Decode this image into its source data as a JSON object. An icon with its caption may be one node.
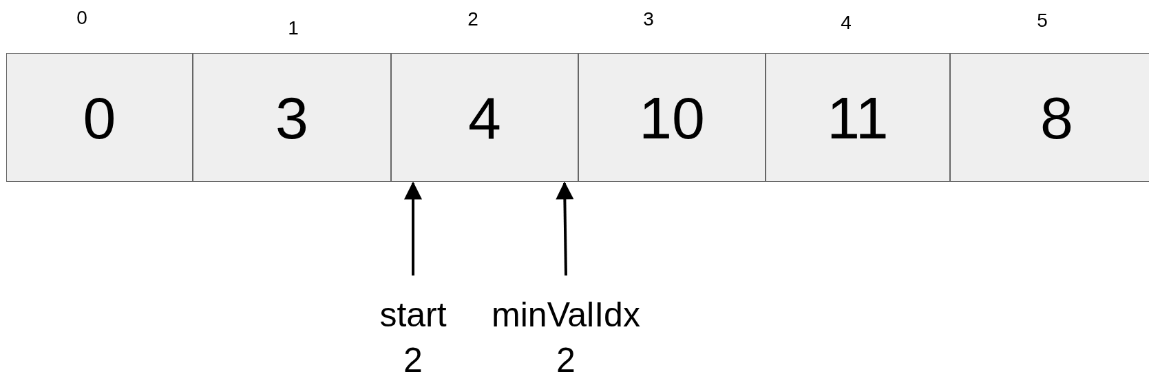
{
  "diagram": {
    "nodes": [
      {
        "text": [
          "0"
        ],
        "beside": [
          "0"
        ]
      },
      {
        "text": [
          "3"
        ],
        "beside": [
          "1"
        ]
      },
      {
        "text": [
          "4"
        ],
        "beside": [
          "2"
        ]
      },
      {
        "text": [
          "10"
        ],
        "beside": [
          "3"
        ]
      },
      {
        "text": [
          "11"
        ],
        "beside": [
          "4"
        ]
      },
      {
        "text": [
          "8"
        ],
        "beside": [
          "5"
        ]
      },
      {
        "text": [
          "start",
          "2"
        ]
      },
      {
        "text": [
          "minValIdx",
          "2"
        ]
      }
    ],
    "edges": [
      {
        "from": 6,
        "to": 2,
        "arrow": "to"
      },
      {
        "from": 7,
        "to": 2,
        "arrow": "to"
      }
    ]
  }
}
